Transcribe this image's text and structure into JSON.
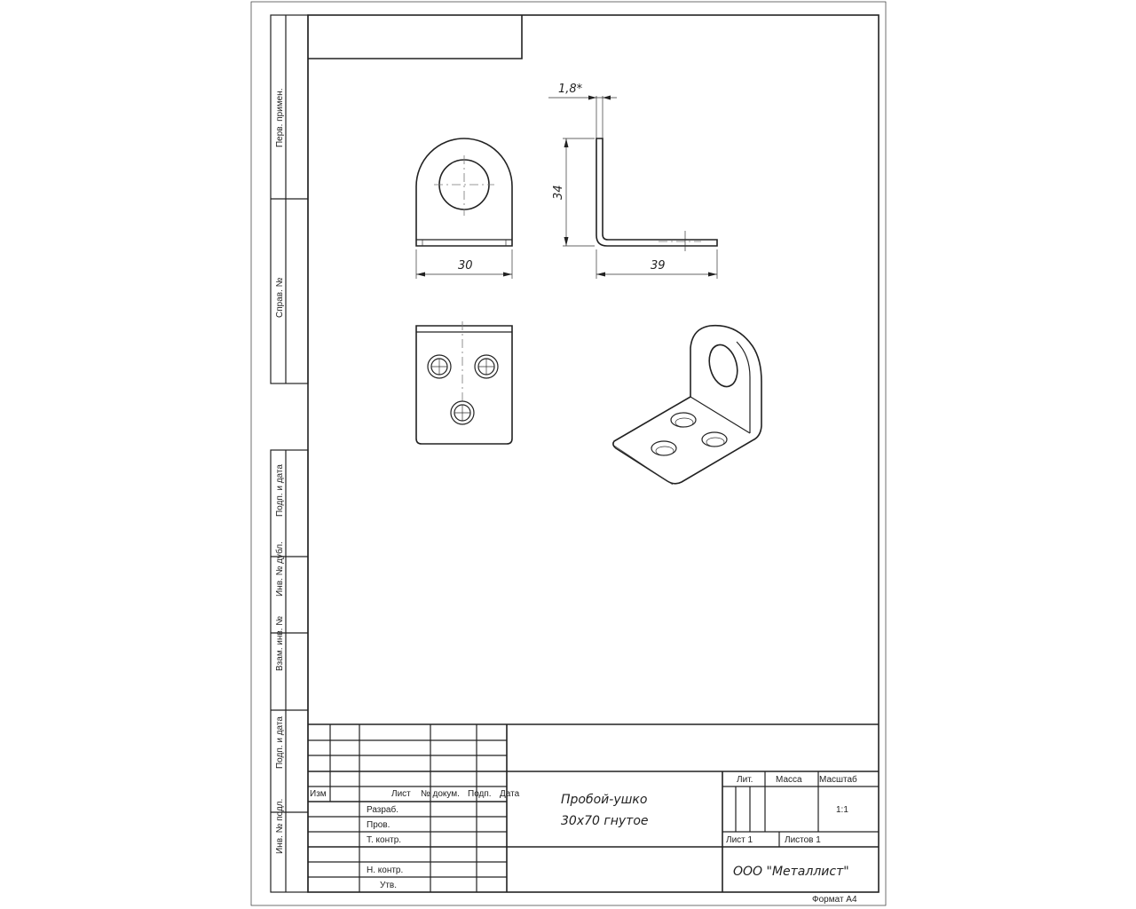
{
  "side_labels": [
    "Перв. примен.",
    "Справ. №",
    "Подп. и дата",
    "Инв. № дубл.",
    "Взам. инв. №",
    "Подп. и дата",
    "Инв. № подл."
  ],
  "dimensions": {
    "width_front": "30",
    "height_side": "34",
    "length_side": "39",
    "thickness": "1,8*"
  },
  "title_block": {
    "headers": {
      "izm": "Изм",
      "list": "Лист",
      "doc_no": "№ докум.",
      "sign": "Подп.",
      "date": "Дата"
    },
    "roles": [
      "Разраб.",
      "Пров.",
      "Т. контр.",
      "",
      "Н. контр.",
      "Утв."
    ],
    "part_name_line1": "Пробой-ушко",
    "part_name_line2": "30x70 гнутое",
    "lit": "Лит.",
    "mass": "Масса",
    "scale_label": "Масштаб",
    "scale_value": "1:1",
    "sheet": "Лист 1",
    "sheets": "Листов 1",
    "company": "ООО \"Металлист\"",
    "format": "Формат А4"
  }
}
